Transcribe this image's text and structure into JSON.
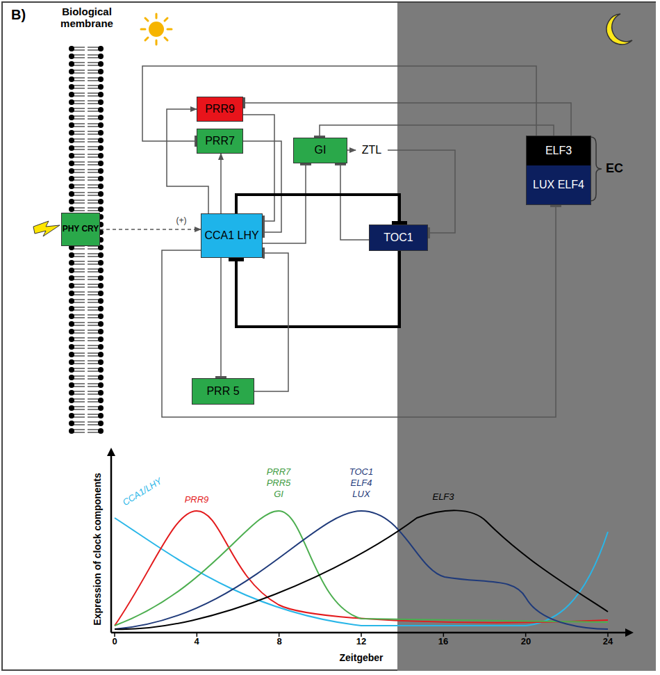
{
  "diagram": {
    "nodes": [
      {
        "text": [
          "PHY CRY"
        ]
      },
      {
        "text": [
          "PRR9"
        ]
      },
      {
        "text": [
          "PRR7"
        ]
      },
      {
        "text": [
          "GI"
        ]
      },
      {
        "text": [
          "ZTL"
        ]
      },
      {
        "text": [
          "CCA1 LHY"
        ]
      },
      {
        "text": [
          "TOC1"
        ]
      },
      {
        "text": [
          "PRR 5"
        ]
      },
      {
        "text": [
          "ELF3",
          "LUX ELF4"
        ]
      }
    ],
    "edges": [
      {
        "from": 0,
        "to": 5,
        "arrow": "to",
        "label": "(+)"
      },
      {
        "from": 5,
        "to": 2,
        "arrow": "to"
      },
      {
        "from": 5,
        "to": 1,
        "arrow": "to"
      },
      {
        "from": 1,
        "to": 5,
        "arrow": "to"
      },
      {
        "from": 2,
        "to": 5,
        "arrow": "to"
      },
      {
        "from": 8,
        "to": 1,
        "arrow": "to"
      },
      {
        "from": 8,
        "to": 2,
        "arrow": "to"
      },
      {
        "from": 8,
        "to": 3,
        "arrow": "to"
      },
      {
        "from": 5,
        "to": 3,
        "arrow": "to"
      },
      {
        "from": 6,
        "to": 3,
        "arrow": "to"
      },
      {
        "from": 5,
        "to": 6,
        "arrow": "to"
      },
      {
        "from": 6,
        "to": 5,
        "arrow": "to"
      },
      {
        "from": 5,
        "to": 7,
        "arrow": "to"
      },
      {
        "from": 7,
        "to": 5,
        "arrow": "to"
      },
      {
        "from": 3,
        "to": 4,
        "arrow": "to"
      },
      {
        "from": 4,
        "to": 6,
        "arrow": "to"
      },
      {
        "from": 5,
        "to": 8,
        "arrow": "to"
      }
    ],
    "labels": [
      "B)",
      "Biological membrane",
      "EC",
      "Expression of clock components",
      "Zeitgeber",
      "0",
      "4",
      "8",
      "12",
      "16",
      "20",
      "24",
      "CCA1/LHY",
      "PRR9",
      "PRR7",
      "PRR5",
      "GI",
      "TOC1",
      "ELF4",
      "LUX",
      "ELF3"
    ]
  }
}
